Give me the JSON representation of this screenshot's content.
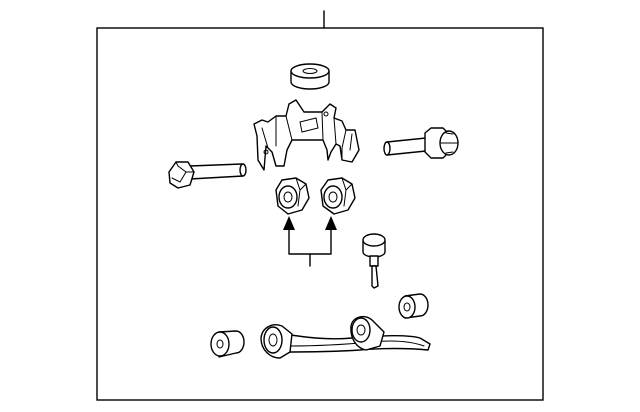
{
  "diagram": {
    "type": "exploded-parts-diagram",
    "background": "#ffffff",
    "line_color": "#000000",
    "callouts": [],
    "parts": [
      "bushing-top",
      "bracket",
      "bolt-right",
      "bolt-left",
      "nut-left",
      "nut-right",
      "pin",
      "bushing-small-right",
      "bushing-small-left",
      "control-arm"
    ]
  }
}
